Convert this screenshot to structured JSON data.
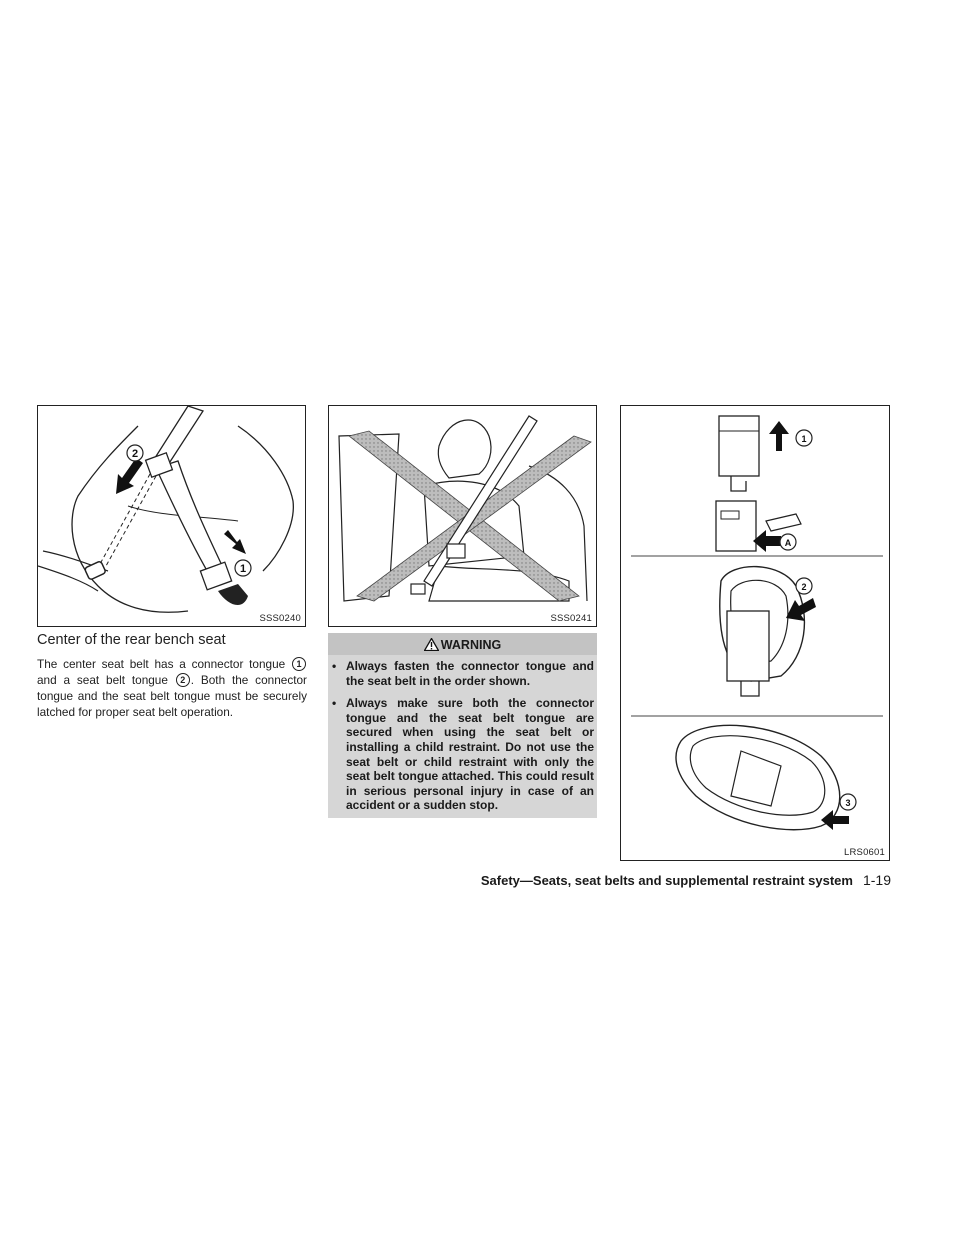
{
  "figures": {
    "fig1": {
      "code": "SSS0240",
      "marker1": "1",
      "marker2": "2"
    },
    "fig2": {
      "code": "SSS0241"
    },
    "fig3": {
      "code": "LRS0601",
      "step1": "1",
      "step2": "2",
      "step3": "3",
      "stepA": "A"
    }
  },
  "section": {
    "caption": "Center of the rear bench seat",
    "para_part1": "The center seat belt has a connector tongue",
    "para_num1": "1",
    "para_part2": "and a seat belt tongue",
    "para_num2": "2",
    "para_part3": ". Both the connector tongue and the seat belt tongue must be securely latched for proper seat belt operation."
  },
  "warning": {
    "title": "WARNING",
    "items": [
      "Always fasten the connector tongue and the seat belt in the order shown.",
      "Always make sure both the connector tongue and the seat belt tongue are secured when using the seat belt or installing a child restraint. Do not use the seat belt or child restraint with only the seat belt tongue attached. This could result in serious personal injury in case of an accident or a sudden stop."
    ]
  },
  "footer": {
    "section_title": "Safety—Seats, seat belts and supplemental restraint system",
    "page_number": "1-19"
  }
}
